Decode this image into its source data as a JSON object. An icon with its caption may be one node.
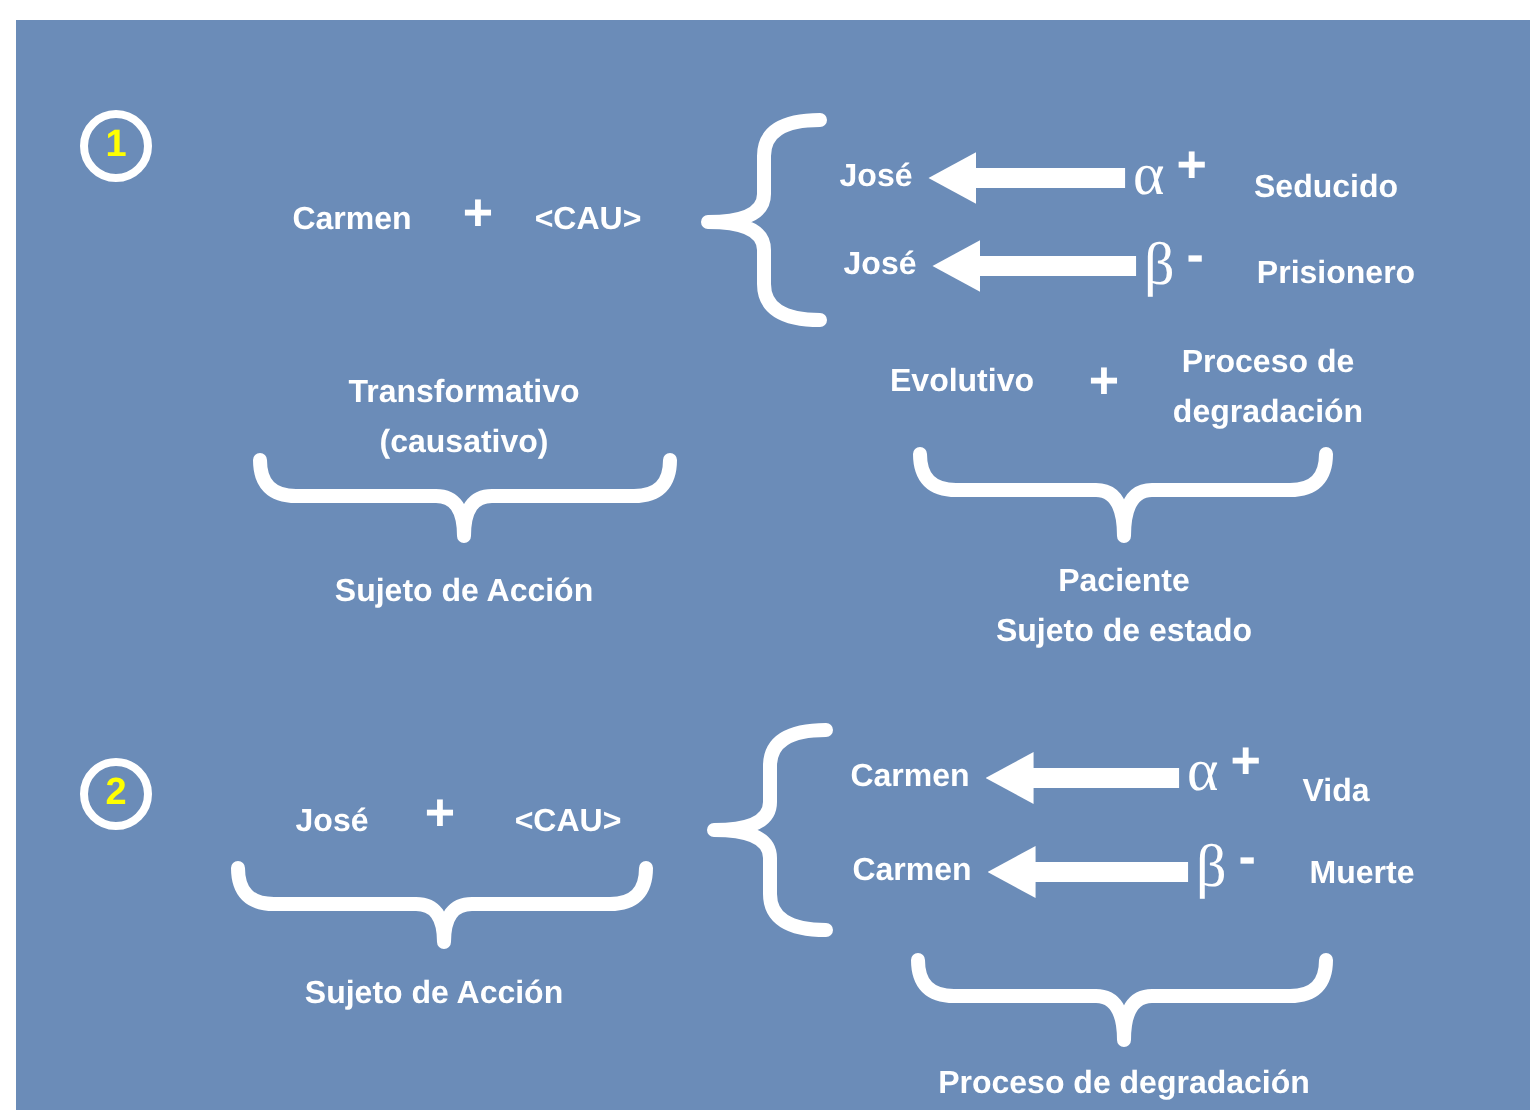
{
  "diagram": {
    "nodes": [
      {
        "text": [
          "1"
        ]
      },
      {
        "text": [
          "José"
        ]
      },
      {
        "text": [
          "α$^{+}$"
        ]
      },
      {
        "text": [
          "José"
        ]
      },
      {
        "text": [
          "β$^{-}$"
        ]
      },
      {
        "text": [
          "2"
        ]
      },
      {
        "text": [
          "Carmen"
        ]
      },
      {
        "text": [
          "α$^{+}$"
        ]
      },
      {
        "text": [
          "Carmen"
        ]
      },
      {
        "text": [
          "β$^{-}$"
        ]
      }
    ],
    "edges": [
      {
        "from": 2,
        "to": 1,
        "arrow": "to"
      },
      {
        "from": 4,
        "to": 3,
        "arrow": "to"
      },
      {
        "from": 7,
        "to": 6,
        "arrow": "to"
      },
      {
        "from": 9,
        "to": 8,
        "arrow": "to"
      }
    ],
    "labels": [
      "Carmen",
      "+",
      "<CAU>",
      "Seducido",
      "Prisionero",
      "Transformativo (causativo)",
      "Evolutivo",
      "+",
      "Proceso de degradación",
      "Sujeto de Acción",
      "Paciente",
      "Sujeto de estado",
      "José",
      "+",
      "<CAU>",
      "Vida",
      "Muerte",
      "Sujeto de Acción",
      "Proceso de degradación"
    ]
  }
}
